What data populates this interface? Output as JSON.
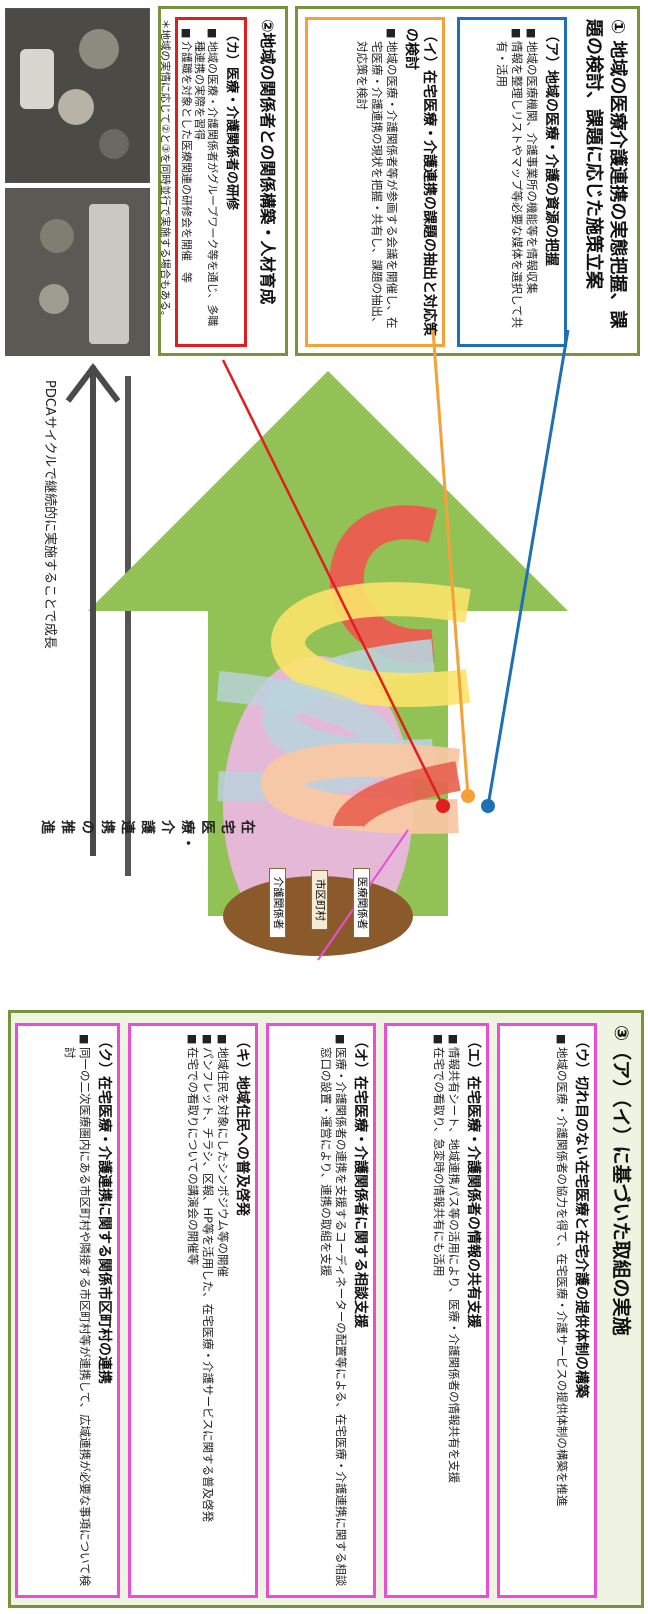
{
  "section1": {
    "title": "① 地域の医療介護連携の実態把握、課題の検討、課題に応じた施策立案",
    "box_a": {
      "heading": "（ア）地域の医療・介護の資源の把握",
      "items": [
        "地域の医療機関、介護事業所の機能等を情報収集",
        "情報を整理しリストやマップ等必要な媒体を選択して共有・活用"
      ]
    },
    "box_i": {
      "heading": "（イ）在宅医療・介護連携の課題の抽出と対応策の検討",
      "items": [
        "地域の医療・介護関係者等が参画する会議を開催し、在宅医療・介護連携の現状を把握・共有し、課題の抽出、対応策を検討"
      ]
    }
  },
  "section2": {
    "title": "②地域の関係者との関係構築・人材育成",
    "box_ka": {
      "heading": "（カ）医療・介護関係者の研修",
      "items": [
        "地域の医療・介護関係者がグループワーク等を通じ、多職種連携の実際を習得",
        "介護職を対象とした医療関連の研修会を開催　等"
      ]
    },
    "note": "＊地域の実情に応じて②と③を同時並行で実施する場合もある。"
  },
  "center": {
    "pdca": "PDCAサイクルで継続的に実施することで成長",
    "arrow_label": "在宅医療・介護連携の推進",
    "ground_medical": "医療関係者",
    "ground_city": "市区町村",
    "ground_care": "介護関係者"
  },
  "section3": {
    "title": "③（ア）（イ）に基づいた取組の実施",
    "box_u": {
      "heading": "（ウ）切れ目のない在宅医療と在宅介護の提供体制の構築",
      "items": [
        "地域の医療・介護関係者の協力を得て、在宅医療・介護サービスの提供体制の構築を推進"
      ]
    },
    "box_e": {
      "heading": "（エ）在宅医療・介護関係者の情報の共有支援",
      "items": [
        "情報共有シート、地域連携パス等の活用により、医療・介護関係者の情報共有を支援",
        "在宅での看取り、急変時の情報共有にも活用"
      ]
    },
    "box_o": {
      "heading": "（オ）在宅医療・介護関係者に関する相談支援",
      "items": [
        "医療・介護関係者の連携を支援するコーディネーターの配置等による、在宅医療・介護連携に関する相談窓口の設置・運営により、連携の取組を支援"
      ]
    },
    "box_ki": {
      "heading": "（キ）地域住民への普及啓発",
      "items": [
        "地域住民を対象にしたシンポジウム等の開催",
        "パンフレット、チラシ、区報、HP等を活用した、在宅医療・介護サービスに関する普及啓発",
        "在宅での看取りについての講演会の開催等"
      ]
    },
    "box_ku": {
      "heading": "（ク）在宅医療・介護連携に関する関係市区町村の連携",
      "items": [
        "同一の二次医療圏内にある市区町村や隣接する市区町村等が連携して、広域連携が必要な事項について検討"
      ]
    }
  },
  "colors": {
    "green": "#77933c",
    "blue": "#1f6fb5",
    "orange": "#f4a13a",
    "red": "#e01e1e",
    "magenta": "#e94fd5",
    "arrow_green": "#92c156"
  },
  "icons": [
    "photo-workshop-1",
    "photo-workshop-2"
  ]
}
